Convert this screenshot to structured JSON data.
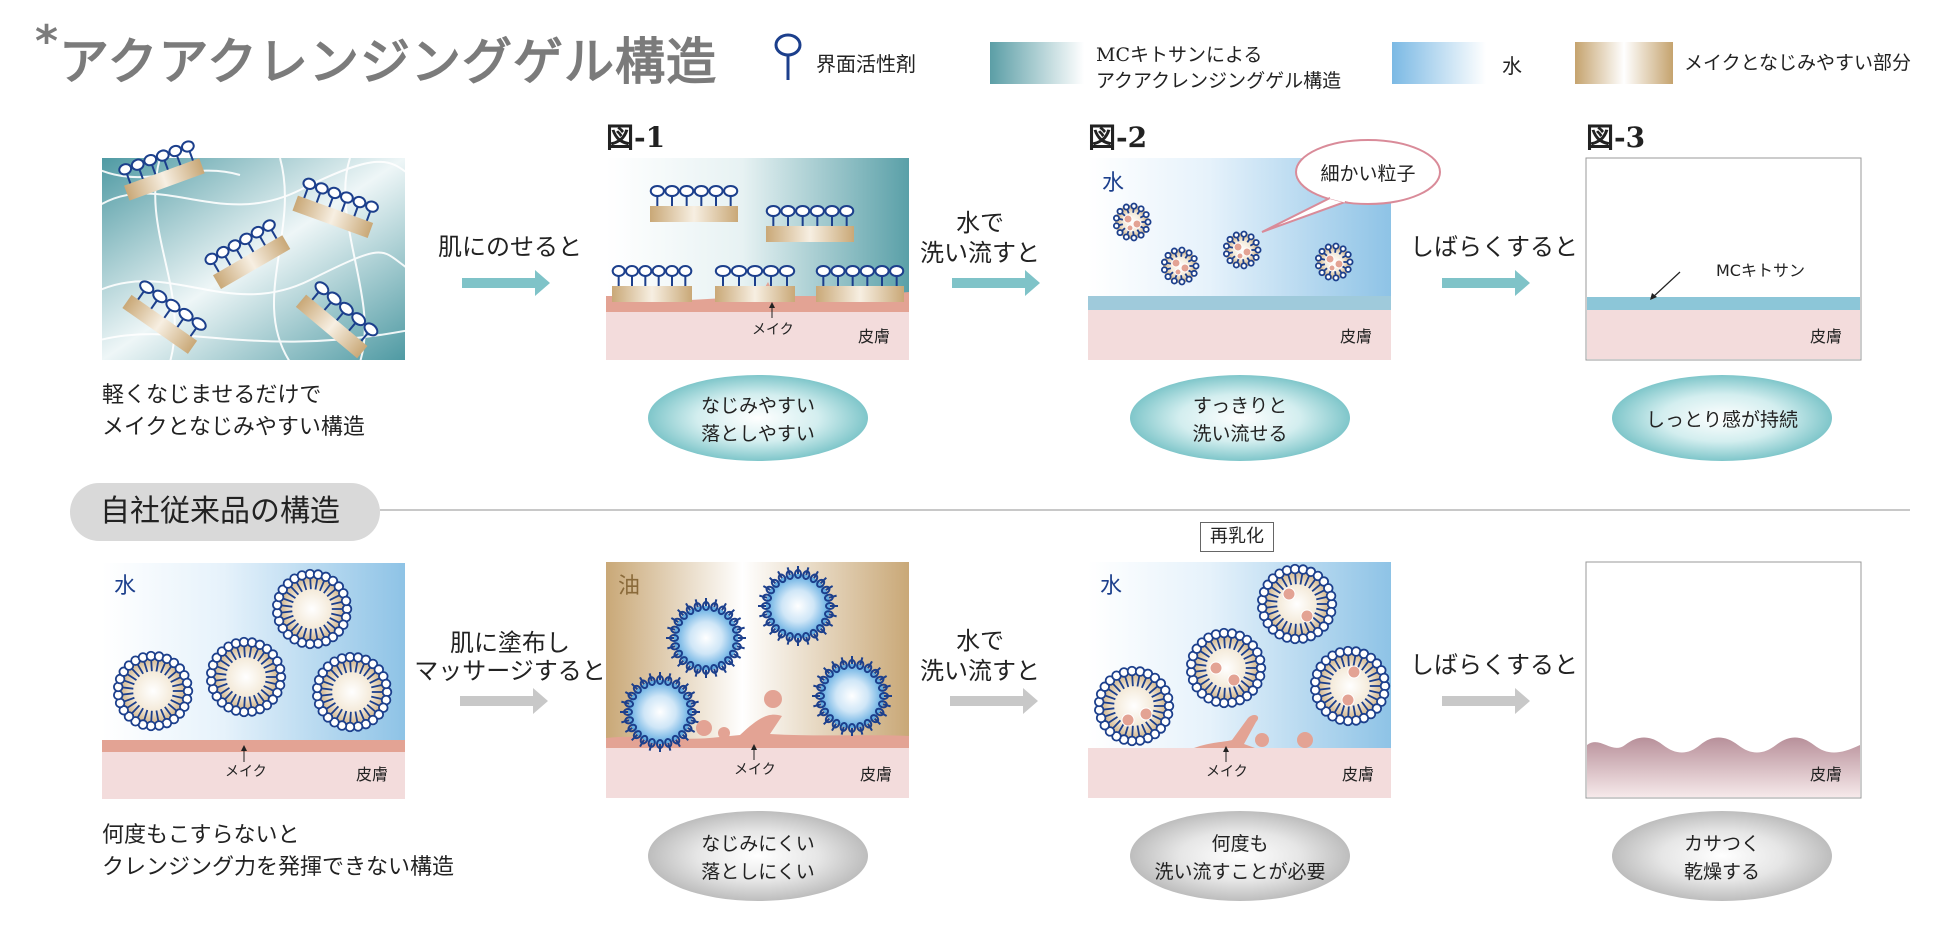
{
  "title": "アクアクレンジングゲル構造",
  "title_marker": "*",
  "legend": {
    "surfactant": "界面活性剤",
    "gel_line1": "MCキトサンによる",
    "gel_line2": "アクアクレンジングゲル構造",
    "water": "水",
    "makeup": "メイクとなじみやすい部分"
  },
  "figures": {
    "fig1": "図-1",
    "fig2": "図-2",
    "fig3": "図-3"
  },
  "steps": {
    "apply": "肌にのせると",
    "rinse_line1": "水で",
    "rinse_line2": "洗い流すと",
    "wait": "しばらくすると",
    "conv_apply_line1": "肌に塗布し",
    "conv_apply_line2": "マッサージすると",
    "conv_rinse_line1": "水で",
    "conv_rinse_line2": "洗い流すと",
    "conv_wait": "しばらくすると"
  },
  "captions": {
    "top_line1": "軽くなじませるだけで",
    "top_line2": "メイクとなじみやすい構造",
    "bottom_line1": "何度もこすらないと",
    "bottom_line2": "クレンジング力を発揮できない構造"
  },
  "panel_labels": {
    "skin": "皮膚",
    "makeup": "メイク",
    "water": "水",
    "oil": "油",
    "fine_particles": "細かい粒子",
    "mc_chitosan": "MCキトサン",
    "re_emulsify": "再乳化"
  },
  "results_top": {
    "r1_line1": "なじみやすい",
    "r1_line2": "落としやすい",
    "r2_line1": "すっきりと",
    "r2_line2": "洗い流せる",
    "r3": "しっとり感が持続"
  },
  "results_bottom": {
    "r1_line1": "なじみにくい",
    "r1_line2": "落としにくい",
    "r2_line1": "何度も",
    "r2_line2": "洗い流すことが必要",
    "r3_line1": "カサつく",
    "r3_line2": "乾燥する"
  },
  "section_title": "自社従来品の構造",
  "colors": {
    "teal": "#5aa0a8",
    "teal_light": "#e8f3f4",
    "water_blue": "#8ec3e6",
    "makeup_tan": "#c9a877",
    "skin_pink": "#f3dcdc",
    "makeup_salmon": "#e3a394",
    "navy": "#1c3f8c",
    "arrow_teal": "#7fc3c8",
    "arrow_gray": "#c8c8c8",
    "pill_teal": "#8fcfd2",
    "pill_gray": "#cfcfcf"
  },
  "icons": {
    "surfactant": "surfactant-pin-icon",
    "arrow": "right-arrow-icon"
  }
}
